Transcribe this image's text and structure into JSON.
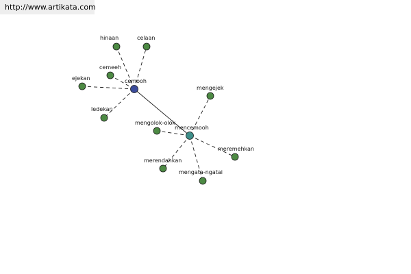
{
  "header": {
    "url": "http://www.artikata.com"
  },
  "colors": {
    "hub_primary": "#3b4c9b",
    "hub_secondary": "#3f8f8a",
    "leaf": "#4d8a44",
    "node_outline": "#1a1a1a",
    "edge": "#1a1a1a",
    "banner_bg": "#eeeeee",
    "label": "#111111"
  },
  "graph": {
    "nodes": [
      {
        "id": "cemooh",
        "label": "cemooh",
        "kind": "hub_primary"
      },
      {
        "id": "mencemooh",
        "label": "mencemooh",
        "kind": "hub_secondary"
      },
      {
        "id": "hinaan",
        "label": "hinaan",
        "kind": "leaf"
      },
      {
        "id": "celaan",
        "label": "celaan",
        "kind": "leaf"
      },
      {
        "id": "cemeeh",
        "label": "cemeeh",
        "kind": "leaf"
      },
      {
        "id": "ejekan",
        "label": "ejekan",
        "kind": "leaf"
      },
      {
        "id": "ledekan",
        "label": "ledekan",
        "kind": "leaf"
      },
      {
        "id": "mengejek",
        "label": "mengejek",
        "kind": "leaf"
      },
      {
        "id": "mengolok-olok",
        "label": "mengolok-olok",
        "kind": "leaf"
      },
      {
        "id": "meremehkan",
        "label": "meremehkan",
        "kind": "leaf"
      },
      {
        "id": "merendahkan",
        "label": "merendahkan",
        "kind": "leaf"
      },
      {
        "id": "mengata-ngatai",
        "label": "mengata-ngatai",
        "kind": "leaf"
      }
    ],
    "edges": [
      {
        "from": "cemooh",
        "to": "mencemooh",
        "style": "solid"
      },
      {
        "from": "cemooh",
        "to": "hinaan",
        "style": "dashed"
      },
      {
        "from": "cemooh",
        "to": "celaan",
        "style": "dashed"
      },
      {
        "from": "cemooh",
        "to": "cemeeh",
        "style": "dashed"
      },
      {
        "from": "cemooh",
        "to": "ejekan",
        "style": "dashed"
      },
      {
        "from": "cemooh",
        "to": "ledekan",
        "style": "dashed"
      },
      {
        "from": "mencemooh",
        "to": "mengejek",
        "style": "dashed"
      },
      {
        "from": "mencemooh",
        "to": "mengolok-olok",
        "style": "dashed"
      },
      {
        "from": "mencemooh",
        "to": "meremehkan",
        "style": "dashed"
      },
      {
        "from": "mencemooh",
        "to": "merendahkan",
        "style": "dashed"
      },
      {
        "from": "mencemooh",
        "to": "mengata-ngatai",
        "style": "dashed"
      }
    ]
  }
}
